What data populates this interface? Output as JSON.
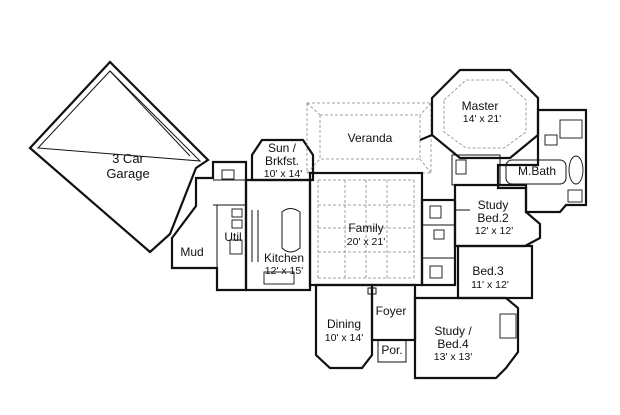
{
  "rooms": {
    "garage": {
      "name_l1": "3 Car",
      "name_l2": "Garage"
    },
    "sun": {
      "name_l1": "Sun /",
      "name_l2": "Brkfst.",
      "size": "10' x 14'"
    },
    "veranda": {
      "name": "Veranda"
    },
    "master": {
      "name": "Master",
      "size": "14' x 21'"
    },
    "mbath": {
      "name": "M.Bath"
    },
    "family": {
      "name": "Family",
      "size": "20' x 21'"
    },
    "study2": {
      "name_l1": "Study",
      "name_l2": "Bed.2",
      "size": "12' x 12'"
    },
    "util": {
      "name": "Util"
    },
    "mud": {
      "name": "Mud"
    },
    "kitchen": {
      "name": "Kitchen",
      "size": "12' x 15'"
    },
    "bed3": {
      "name": "Bed.3",
      "size": "11' x 12'"
    },
    "foyer": {
      "name": "Foyer"
    },
    "dining": {
      "name": "Dining",
      "size": "10' x 14'"
    },
    "por": {
      "name": "Por."
    },
    "study4": {
      "name_l1": "Study /",
      "name_l2": "Bed.4",
      "size": "13' x 13'"
    }
  }
}
